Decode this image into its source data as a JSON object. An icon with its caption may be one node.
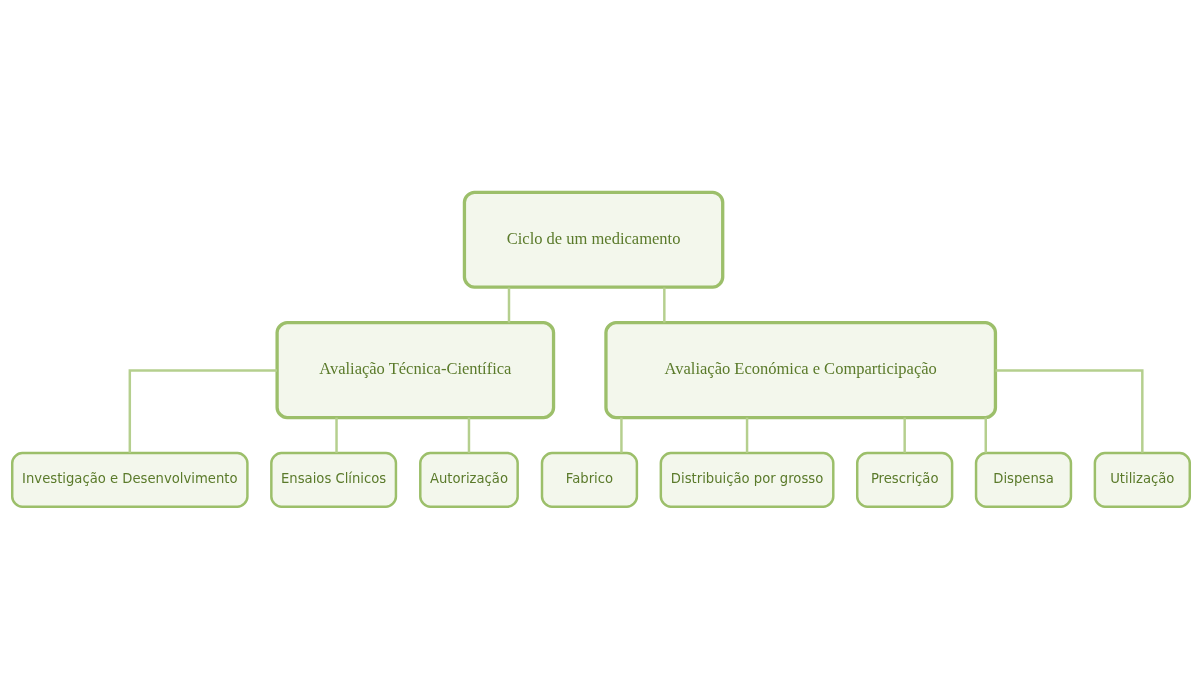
{
  "diagram": {
    "nodes": [
      {
        "text": [
          "Ciclo de um medicamento"
        ]
      },
      {
        "text": [
          "Avaliação Técnica-Científica"
        ]
      },
      {
        "text": [
          "Avaliação Económica e Comparticipação"
        ]
      },
      {
        "text": [
          "Investigação e Desenvolvimento"
        ]
      },
      {
        "text": [
          "Ensaios Clínicos"
        ]
      },
      {
        "text": [
          "Autorização"
        ]
      },
      {
        "text": [
          "Fabrico"
        ]
      },
      {
        "text": [
          "Distribuição por grosso"
        ]
      },
      {
        "text": [
          "Prescrição"
        ]
      },
      {
        "text": [
          "Dispensa"
        ]
      },
      {
        "text": [
          "Utilização"
        ]
      }
    ],
    "edges": [
      {
        "from": 0,
        "to": 1,
        "arrow": "none"
      },
      {
        "from": 0,
        "to": 2,
        "arrow": "none"
      },
      {
        "from": 1,
        "to": 3,
        "arrow": "none"
      },
      {
        "from": 1,
        "to": 4,
        "arrow": "none"
      },
      {
        "from": 1,
        "to": 5,
        "arrow": "none"
      },
      {
        "from": 2,
        "to": 6,
        "arrow": "none"
      },
      {
        "from": 2,
        "to": 7,
        "arrow": "none"
      },
      {
        "from": 2,
        "to": 8,
        "arrow": "none"
      },
      {
        "from": 2,
        "to": 9,
        "arrow": "none"
      },
      {
        "from": 2,
        "to": 10,
        "arrow": "none"
      }
    ]
  }
}
